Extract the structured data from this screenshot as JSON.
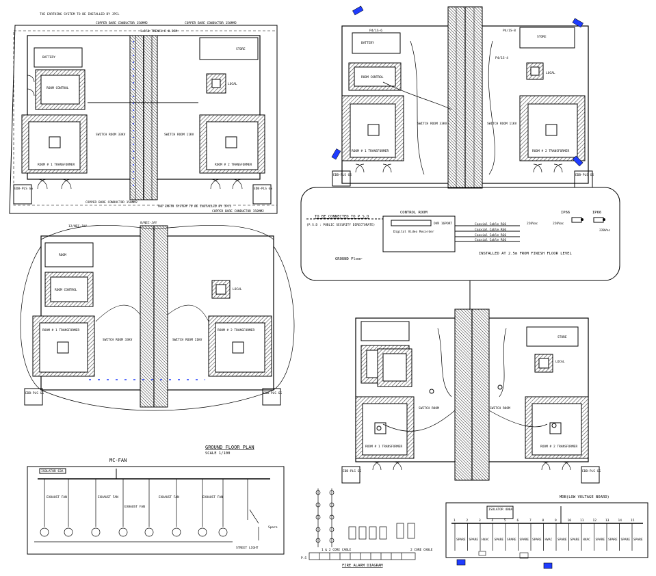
{
  "colors": {
    "ink": "#000000",
    "accent": "#1f3cff",
    "hatch": "#444444",
    "paper": "#ffffff"
  },
  "plan_top_left": {
    "note_top": "THE EARTHING SYSTEM TO BE INSTALLED BY JPCL",
    "cond_top": "COPPER BARE CONDUCTOR 150MM2",
    "cond_top2": "COPPER BARE CONDUCTOR 150MM2",
    "trench": "1x150 TRENCH R 0.35M",
    "room_battery": "BATTERY",
    "room_control": "ROOM CONTROL",
    "room_store": "STORE",
    "room_local": "LOCAL",
    "room1": "ROOM # 1 TRANSFORMER",
    "room2": "ROOM # 2 TRANSFORMER",
    "switch1": "SWITCH ROOM 33KV",
    "switch2": "SWITCH ROOM 11KV",
    "cond_bottom": "COPPER BARE CONDUCTOR 150MM2",
    "cond_bottom2": "COPPER BARE CONDUCTOR 150MM2",
    "note_bottom": "THE EARTH SYSTEM TO BE INSTALLED BY JPCL",
    "panel_l": "EDB-PLS GS",
    "panel_r": "EDB-PLS GS"
  },
  "plan_top_right": {
    "room_battery": "BATTERY",
    "room_control": "ROOM CONTROL",
    "room_store": "STORE",
    "room_local": "LOCAL",
    "room1": "ROOM # 1 TRANSFORMER",
    "room2": "ROOM # 2 TRANSFORMER",
    "switch1": "SWITCH ROOM 33KV",
    "switch2": "SWITCH ROOM 11KV",
    "tag_a": "P4/1S-6",
    "tag_b": "P4/1S-8",
    "tag_c": "P4/1S-4",
    "panel_l": "EDB-PLS GS",
    "panel_r": "EDB-PLS GS"
  },
  "control_room": {
    "connect_note": "TO BE CONNECTED TO P.S.D",
    "psd_note": "(P.S.D : PUBLIC SECURITY DIRECTORATE)",
    "title": "CONTROL ROOM",
    "dvr": "DVR 16PORT",
    "nvr": "Digital Video Recorder",
    "cable1": "Coaxial Cable RG6",
    "cable2": "Coaxial Cable RG6",
    "cable3": "Coaxial Cable RG6",
    "cable4": "Coaxial Cable RG6",
    "volt1": "220Vac",
    "volt2": "220Vac",
    "volt3": "220Vac",
    "ip1": "IP66",
    "ip2": "IP66",
    "install_note": "INSTALLED AT 2.5m FROM FINISH FLOOR LEVEL",
    "floor": "GROUND Floor"
  },
  "plan_mid_left": {
    "room_battery": "ROOM",
    "room_control": "ROOM CONTROL",
    "room_local": "LOCAL",
    "room1": "ROOM # 1 TRANSFORMER",
    "room2": "ROOM # 2 TRANSFORMER",
    "switch1": "SWITCH ROOM 33KV",
    "switch2": "SWITCH ROOM 11KV",
    "tag_a": "12/NEC-JAY",
    "tag_b": "8/NEC-JAY",
    "panel_l": "EDB-PLS GS",
    "panel_r": "EDB-PLS GS"
  },
  "plan_bottom_right": {
    "room_store": "STORE",
    "room_local": "LOCAL",
    "room1": "ROOM # 1 TRANSFORMER",
    "room2": "ROOM # 2 TRANSFORMER",
    "switch1": "SWITCH ROOM",
    "switch2": "SWITCH ROOM",
    "panel_l": "EDB-PLS GS",
    "panel_r": "EDB-PLS GS"
  },
  "ground_floor": {
    "title": "GROUND FLOOR PLAN",
    "scale": "SCALE 1/100"
  },
  "mcfan": {
    "title": "MC-FAN",
    "main": "ISOLATOR 63A",
    "circuits": [
      "EXHAUST FAN",
      "EXHAUST FAN",
      "EXHAUST FAN",
      "EXHAUST FAN",
      "EXHAUST FAN",
      "STREET LIGHT"
    ],
    "note": "Spare"
  },
  "fire_alarm": {
    "title": "FIRE ALARM DIAGRAM",
    "ps": "P.S",
    "loop1": "1 & 2 CORE CABLE",
    "loop2": "2 CORE CABLE"
  },
  "mdb": {
    "title": "MDB(LOW VOLTAGE BOARD)",
    "spec": "ISOLATOR 400A",
    "ways": [
      "1",
      "2",
      "3",
      "4",
      "5",
      "6",
      "7",
      "8",
      "9",
      "10",
      "11",
      "12",
      "13",
      "14",
      "15"
    ],
    "labels": [
      "SPARE",
      "SPARE",
      "HVAC",
      "SPARE",
      "SPARE",
      "SPARE",
      "SPARE",
      "HVAC",
      "SPARE",
      "SPARE",
      "HVAC",
      "SPARE",
      "SPARE",
      "SPARE",
      "SPARE"
    ]
  }
}
